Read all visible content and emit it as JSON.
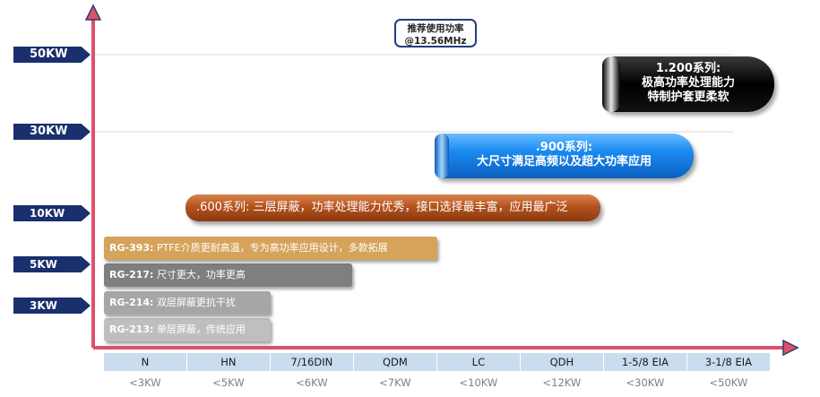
{
  "legend": {
    "line1": "推荐使用功率",
    "line2": "@13.56MHz"
  },
  "y_labels": [
    "50KW",
    "30KW",
    "10KW",
    "5KW",
    "3KW"
  ],
  "chart_data": {
    "type": "bar",
    "orientation": "horizontal",
    "title": "推荐使用功率 @13.56MHz",
    "categories": [
      "N",
      "HN",
      "7/16DIN",
      "QDM",
      "LC",
      "QDH",
      "1-5/8 EIA",
      "3-1/8 EIA"
    ],
    "category_power": [
      "<3KW",
      "<5KW",
      "<6KW",
      "<7KW",
      "<10KW",
      "<12KW",
      "<30KW",
      "<50KW"
    ],
    "y_ticks": [
      "3KW",
      "5KW",
      "10KW",
      "30KW",
      "50KW"
    ],
    "series": [
      {
        "id": "rg213",
        "prefix": "RG-213:",
        "text": "单层屏蔽，传统应用",
        "start_index": 0,
        "end_index": 2,
        "color": "#bfbfbf"
      },
      {
        "id": "rg214",
        "prefix": "RG-214:",
        "text": "双层屏蔽更抗干扰",
        "start_index": 0,
        "end_index": 2,
        "color": "#a6a6a6"
      },
      {
        "id": "rg217",
        "prefix": "RG-217:",
        "text": "尺寸更大，功率更高",
        "start_index": 0,
        "end_index": 3,
        "color": "#7f7f7f"
      },
      {
        "id": "rg393",
        "prefix": "RG-393:",
        "text": "PTFE介质更耐高温，专为高功率应用设计，多款拓展",
        "start_index": 0,
        "end_index": 4,
        "color": "#d6a35a"
      },
      {
        "id": "s600",
        "prefix": ".600系列:",
        "text": "三层屏蔽，功率处理能力优秀，接口选择最丰富，应用最广泛",
        "start_index": 1,
        "end_index": 6,
        "color": "#b5521e"
      },
      {
        "id": "s900",
        "line1": ".900系列:",
        "line2": "大尺寸满足高频以及超大功率应用",
        "start_index": 4,
        "end_index": 7,
        "color": "#1a7fe0"
      },
      {
        "id": "s1200",
        "line1": "1.200系列:",
        "line2": "极高功率处理能力",
        "line3": "特制护套更柔软",
        "start_index": 6,
        "end_index": 8,
        "color": "#111111"
      }
    ]
  }
}
